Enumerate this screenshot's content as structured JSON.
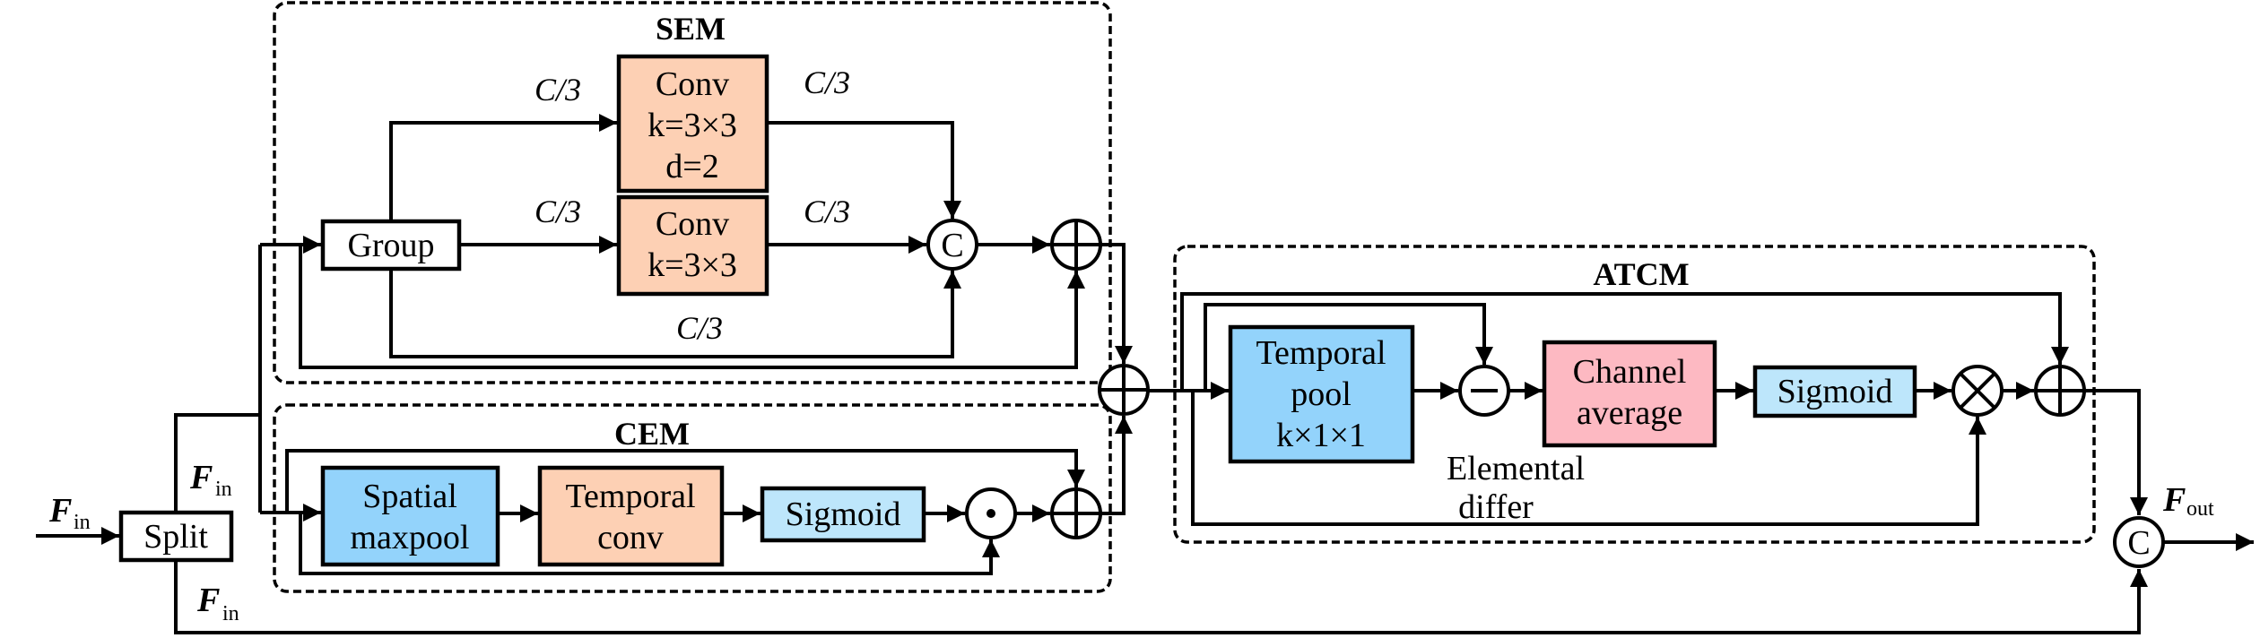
{
  "colors": {
    "conv_orange": "#FDD0B4",
    "pool_blue": "#93D3FB",
    "sigmoid_lightblue": "#BDE6FB",
    "channel_pink": "#FDB9C2",
    "line": "#000000"
  },
  "input": {
    "symbol": "F",
    "subscript": "in"
  },
  "output": {
    "symbol": "F",
    "subscript": "out"
  },
  "split": {
    "label": "Split",
    "branch_top": {
      "symbol": "F",
      "subscript": "in"
    },
    "branch_bottom": {
      "symbol": "F",
      "subscript": "in"
    }
  },
  "sem": {
    "title": "SEM",
    "group_label": "Group",
    "conv1": {
      "line1": "Conv",
      "line2": "k=3×3",
      "line3": "d=2"
    },
    "conv2": {
      "line1": "Conv",
      "line2": "k=3×3"
    },
    "split_labels": {
      "in_top": "C/3",
      "in_mid": "C/3",
      "out_top": "C/3",
      "out_mid": "C/3",
      "bottom": "C/3"
    },
    "concat_symbol": "C"
  },
  "cem": {
    "title": "CEM",
    "spatial": {
      "line1": "Spatial",
      "line2": "maxpool"
    },
    "temporal": {
      "line1": "Temporal",
      "line2": "conv"
    },
    "sigmoid": "Sigmoid"
  },
  "atcm": {
    "title": "ATCM",
    "temporal_pool": {
      "line1": "Temporal",
      "line2": "pool",
      "line3": "k×1×1"
    },
    "diff_label": {
      "line1": "Elemental",
      "line2": "differ"
    },
    "channel_avg": {
      "line1": "Channel",
      "line2": "average"
    },
    "sigmoid": "Sigmoid"
  },
  "final_concat_symbol": "C"
}
